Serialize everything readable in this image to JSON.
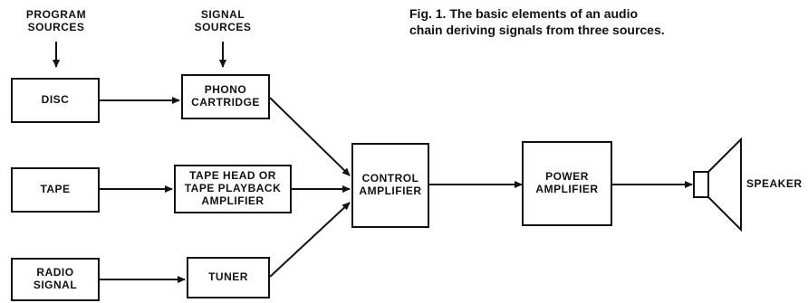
{
  "caption": {
    "line1": "Fig. 1. The basic elements of an audio",
    "line2": "chain deriving signals from three sources."
  },
  "headers": {
    "program_sources": [
      "PROGRAM",
      "SOURCES"
    ],
    "signal_sources": [
      "SIGNAL",
      "SOURCES"
    ]
  },
  "program_sources": {
    "disc": [
      "DISC"
    ],
    "tape": [
      "TAPE"
    ],
    "radio": [
      "RADIO",
      "SIGNAL"
    ]
  },
  "signal_sources": {
    "phono": [
      "PHONO",
      "CARTRIDGE"
    ],
    "tape_head": [
      "TAPE HEAD OR",
      "TAPE PLAYBACK",
      "AMPLIFIER"
    ],
    "tuner": [
      "TUNER"
    ]
  },
  "chain": {
    "control": [
      "CONTROL",
      "AMPLIFIER"
    ],
    "power": [
      "POWER",
      "AMPLIFIER"
    ],
    "speaker": "SPEAKER"
  }
}
